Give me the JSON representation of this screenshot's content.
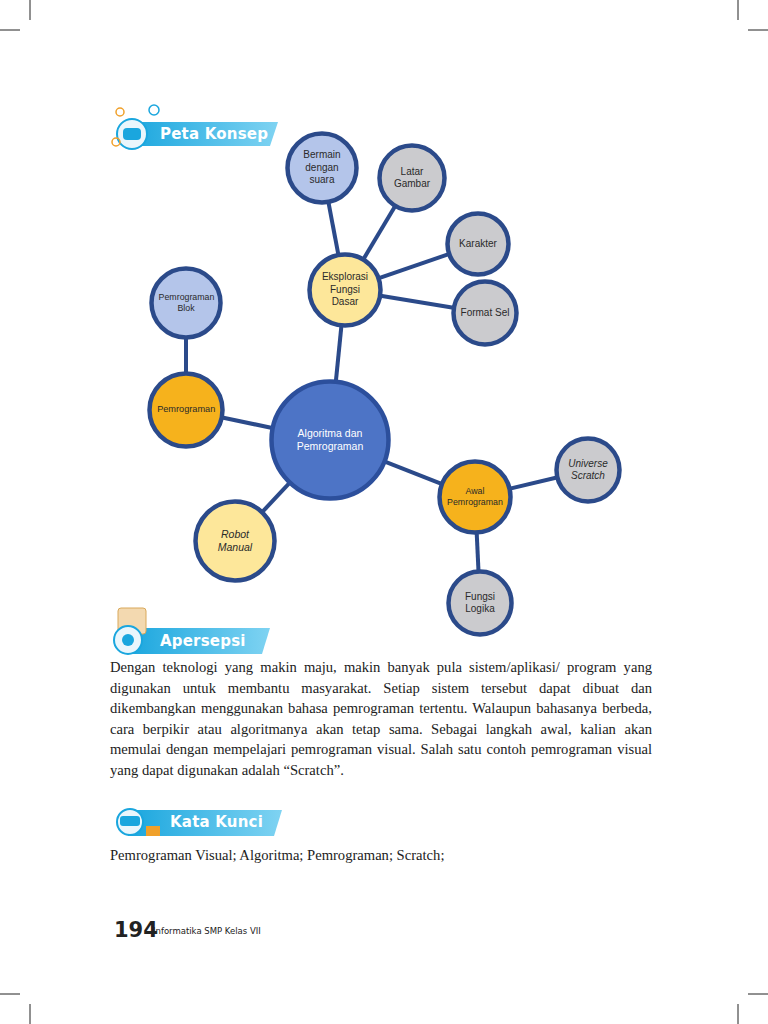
{
  "diagram": {
    "nodes": [
      {
        "text": [
          "Algoritma dan Pemrograman"
        ]
      },
      {
        "text": [
          "Eksplorasi Fungsi Dasar"
        ]
      },
      {
        "text": [
          "Bermain dengan suara"
        ]
      },
      {
        "text": [
          "Latar Gambar"
        ]
      },
      {
        "text": [
          "Karakter"
        ]
      },
      {
        "text": [
          "Format Sel"
        ]
      },
      {
        "text": [
          "Pemrograman"
        ]
      },
      {
        "text": [
          "Pemrograman Blok"
        ]
      },
      {
        "text": [
          "Awal Pemrograman"
        ]
      },
      {
        "text": [
          "Universe Scratch"
        ]
      },
      {
        "text": [
          "Fungsi Logika"
        ]
      },
      {
        "text": [
          "Robot Manual"
        ]
      }
    ],
    "edges": [
      {
        "from": 0,
        "to": 1,
        "arrow": "none"
      },
      {
        "from": 1,
        "to": 2,
        "arrow": "none"
      },
      {
        "from": 1,
        "to": 3,
        "arrow": "none"
      },
      {
        "from": 1,
        "to": 4,
        "arrow": "none"
      },
      {
        "from": 1,
        "to": 5,
        "arrow": "none"
      },
      {
        "from": 0,
        "to": 6,
        "arrow": "none"
      },
      {
        "from": 6,
        "to": 7,
        "arrow": "none"
      },
      {
        "from": 0,
        "to": 8,
        "arrow": "none"
      },
      {
        "from": 8,
        "to": 9,
        "arrow": "none"
      },
      {
        "from": 8,
        "to": 10,
        "arrow": "none"
      },
      {
        "from": 0,
        "to": 11,
        "arrow": "none"
      }
    ],
    "labels": [
      "Peta Konsep",
      "Apersepsi",
      "Dengan teknologi yang makin maju, makin banyak pula sistem/aplikasi/ program yang digunakan untuk membantu masyarakat. Setiap sistem tersebut dapat dibuat dan dikembangkan menggunakan bahasa pemrograman tertentu. Walaupun bahasanya berbeda, cara berpikir atau algoritmanya akan tetap sama. Sebagai langkah awal, kalian akan memulai dengan mempelajari pemrograman visual. Salah satu contoh pemrograman visual yang dapat digunakan adalah “Scratch”.",
      "Kata Kunci",
      "Pemrograman Visual; Algoritma; Pemrograman; Scratch;",
      "194",
      "Informatika SMP Kelas VII"
    ]
  }
}
